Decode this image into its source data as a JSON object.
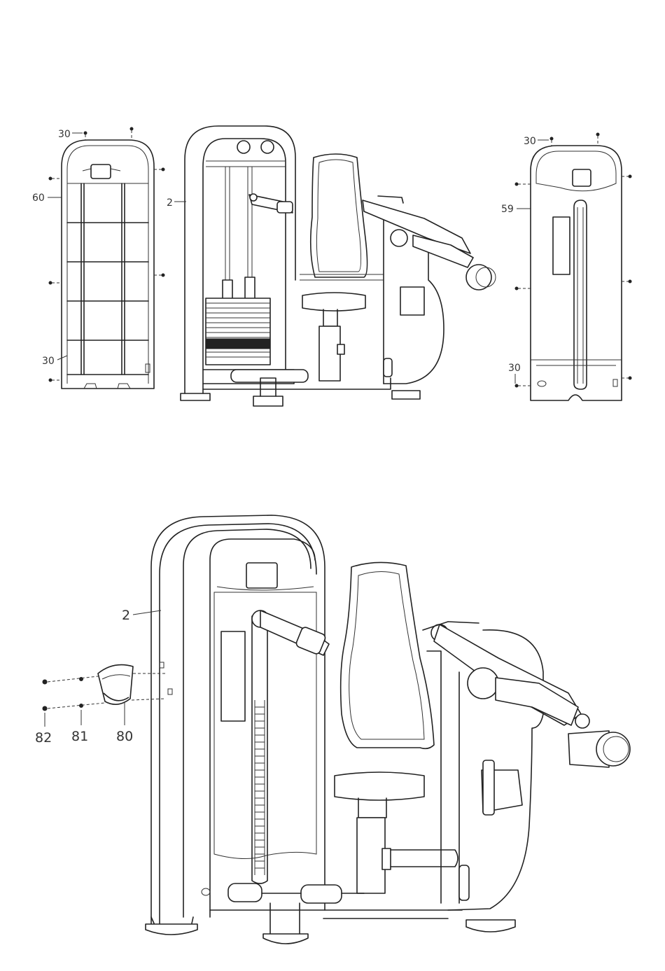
{
  "callouts": {
    "top_left_cover": {
      "screw_top": "30",
      "panel": "60",
      "screw_bottom": "30"
    },
    "top_frame": {
      "frame": "2"
    },
    "top_right_cover": {
      "screw_top": "30",
      "panel": "59",
      "screw_bottom": "30"
    },
    "bottom_assembly": {
      "frame": "2",
      "nut": "82",
      "washer": "81",
      "holder": "80"
    }
  }
}
